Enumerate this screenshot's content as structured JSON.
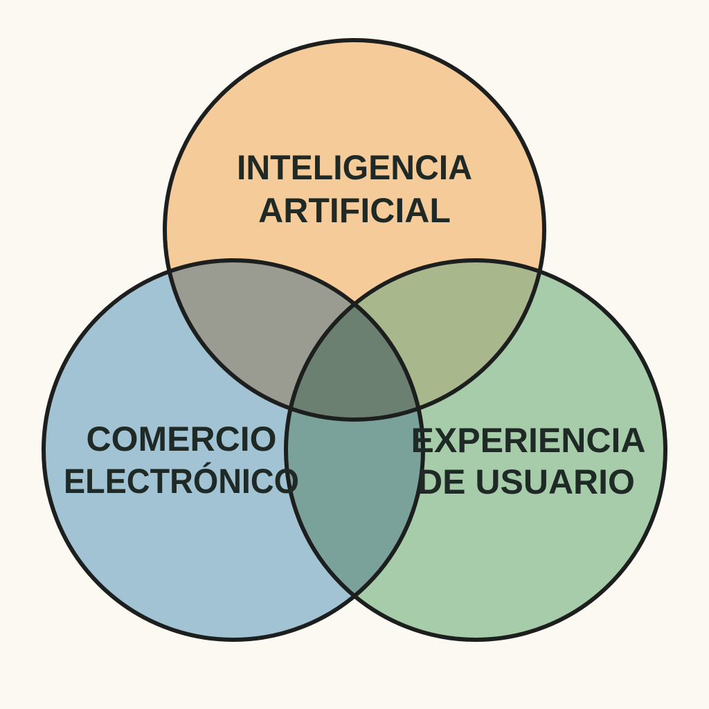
{
  "diagram": {
    "type": "venn",
    "background": "#fcf9f3",
    "outline_color": "#1c1f1d",
    "text_color": "#1f2a26",
    "sets": [
      {
        "id": "ai",
        "color": "#f6cb9a",
        "label_lines": [
          "INTELIGENCIA",
          "ARTIFICIAL"
        ]
      },
      {
        "id": "ecommerce",
        "color": "#a2c3d3",
        "label_lines": [
          "COMERCIO",
          "ELECTRÓNICO"
        ]
      },
      {
        "id": "ux",
        "color": "#a6ccaa",
        "label_lines": [
          "EXPERIENCIA",
          "DE USUARIO"
        ]
      }
    ],
    "intersection_colors": {
      "ai_ecommerce": "#9a9c91",
      "ai_ux": "#a9b78d",
      "ecommerce_ux": "#7aa29a",
      "all": "#6b8070"
    }
  }
}
